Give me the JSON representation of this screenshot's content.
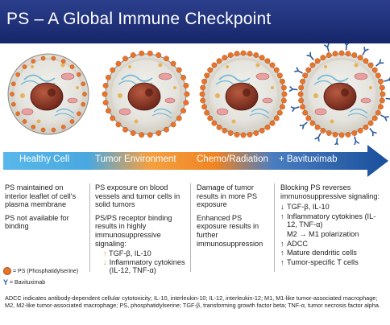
{
  "header": {
    "title": "PS – A Global Immune Checkpoint"
  },
  "colors": {
    "header": "#17266a",
    "arrow_start": "#4fb3e8",
    "arrow_mid": "#f08a24",
    "arrow_end": "#1d5aa8",
    "ps_dot": "#e8742c",
    "antibody": "#2b5a9a"
  },
  "stages": [
    {
      "label": "Healthy Cell"
    },
    {
      "label": "Tumor Environment"
    },
    {
      "label": "Chemo/Radiation"
    },
    {
      "label": "+ Bavituximab"
    }
  ],
  "healthy": {
    "p1": "PS maintained on interior leaflet of cell's plasma membrane",
    "p2": "PS not available for binding"
  },
  "tumor": {
    "p1": "PS exposure on blood vessels and tumor cells in solid tumors",
    "p2": "PS/PS receptor binding results in highly immunosuppressive signaling:",
    "b1": "TGF-β, IL-10",
    "b2": "Inflammatory cytokines (IL-12, TNF-α)"
  },
  "chemo": {
    "p1": "Damage of tumor results in more PS exposure",
    "p2": "Enhanced PS exposure results in further immunosuppression"
  },
  "bavi": {
    "p1": "Blocking PS reverses immunosuppressive signaling:",
    "items": [
      {
        "arrow": "↓",
        "text": "TGF-β, IL-10"
      },
      {
        "arrow": "↑",
        "text": "Inflammatory cytokines (IL-12, TNF-α)"
      },
      {
        "arrow": "",
        "text": "M2 → M1 polarization"
      },
      {
        "arrow": "↑",
        "text": "ADCC"
      },
      {
        "arrow": "↑",
        "text": "Mature dendritic cells"
      },
      {
        "arrow": "↑",
        "text": "Tumor-specific T cells"
      }
    ]
  },
  "legend": {
    "ps": "= PS (Phosphatidylserine)",
    "antibody": "= Bavituximab"
  },
  "footnote": "ADCC indicates antibody-dependent cellular cytotoxicity; IL-10, interleukin-10; IL-12, interleukin-12; M1, M1-like tumor-associated macrophage; M2, M2-like tumor-associated macrophage; PS, phosphatidylserine; TGF-β, transforming growth factor beta; TNF-α, tumor necrosis factor alpha."
}
